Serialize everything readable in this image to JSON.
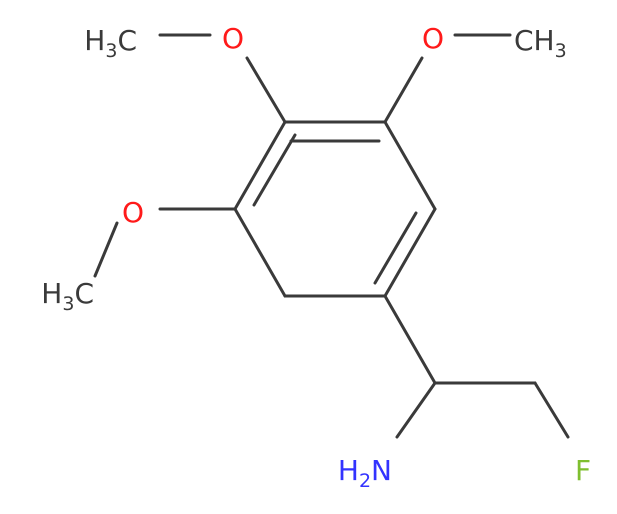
{
  "molecule": {
    "atom_labels": {
      "o_left": "O",
      "o_top_left": "O",
      "o_top_right": "O",
      "ch3_top_right": {
        "main": "CH",
        "sub": "3"
      },
      "ch3_top_left": {
        "main": "H",
        "sub": "3",
        "tail": "C"
      },
      "ch3_left": {
        "main": "H",
        "sub": "3",
        "tail": "C"
      },
      "nh2": {
        "main": "H",
        "sub": "2",
        "tail": "N"
      },
      "fluorine": "F"
    },
    "colors": {
      "bond": "#3a3a3a",
      "carbon_text": "#3a3a3a",
      "oxygen": "#ff1a1a",
      "nitrogen": "#3333ff",
      "fluorine": "#7fbf2f"
    }
  }
}
